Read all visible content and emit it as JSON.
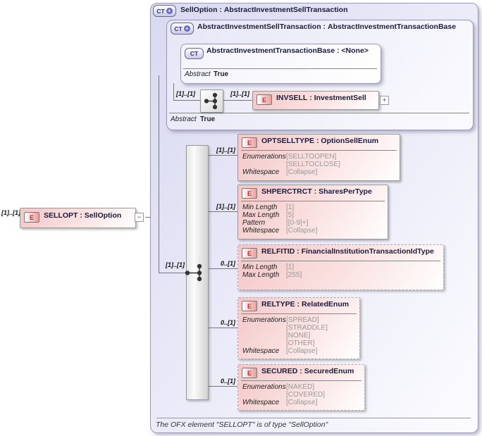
{
  "sep": " : ",
  "colors": {
    "panel_fill": "#e6e6f6",
    "panel_border": "#9a9ab8",
    "element_fill": "#f3c7c7",
    "element_border": "#999999",
    "element_badge_text": "#b03333",
    "ct_badge_text": "#333366",
    "ct_plus_circle": "#6868c8",
    "connector_line": "#777777",
    "attribute_value_text": "#999999",
    "title_text": "#1b1b3a"
  },
  "root": {
    "cardinality": "[1]..[1]",
    "badge": "E",
    "name": "SELLOPT",
    "type": "SellOption",
    "collapse_glyph": "−"
  },
  "outer": {
    "badge": "CT",
    "plus": "+",
    "name": "SellOption",
    "type": "AbstractInvestmentSellTransaction",
    "footnote": "The OFX element \"SELLOPT\" is of type \"SellOption\""
  },
  "base_sell": {
    "badge": "CT",
    "plus": "+",
    "name": "AbstractInvestmentSellTransaction",
    "type": "AbstractInvestmentTransactionBase",
    "abstract_label": "Abstract",
    "abstract_value": "True",
    "sequence": {
      "cardinality_left": "[1]..[1]",
      "cardinality_right": "[1]..[1]",
      "element": {
        "badge": "E",
        "name": "INVSELL",
        "type": "InvestmentSell",
        "expand_glyph": "+"
      }
    }
  },
  "base_txn": {
    "badge": "CT",
    "name": "AbstractInvestmentTransactionBase",
    "type": "<None>",
    "abstract_label": "Abstract",
    "abstract_value": "True"
  },
  "sequence": {
    "cardinality": "[1]..[1]"
  },
  "children": [
    {
      "badge": "E",
      "name": "OPTSELLTYPE",
      "type": "OptionSellEnum",
      "cardinality": "[1]..[1]",
      "optional": false,
      "rows": [
        {
          "label": "Enumerations",
          "values": [
            "[SELLTOOPEN]",
            "[SELLTOCLOSE]"
          ]
        },
        {
          "label": "Whitespace",
          "values": [
            "[Collapse]"
          ]
        }
      ]
    },
    {
      "badge": "E",
      "name": "SHPERCTRCT",
      "type": "SharesPerType",
      "cardinality": "[1]..[1]",
      "optional": false,
      "rows": [
        {
          "label": "Min Length",
          "values": [
            "[1]"
          ]
        },
        {
          "label": "Max Length",
          "values": [
            "[5]"
          ]
        },
        {
          "label": "Pattern",
          "values": [
            "[[0-9]+]"
          ]
        },
        {
          "label": "Whitespace",
          "values": [
            "[Collapse]"
          ]
        }
      ]
    },
    {
      "badge": "E",
      "name": "RELFITID",
      "type": "FinancialInstitutionTransactionIdType",
      "cardinality": "0..[1]",
      "optional": true,
      "rows": [
        {
          "label": "Min Length",
          "values": [
            "[1]"
          ]
        },
        {
          "label": "Max Length",
          "values": [
            "[255]"
          ]
        }
      ]
    },
    {
      "badge": "E",
      "name": "RELTYPE",
      "type": "RelatedEnum",
      "cardinality": "0..[1]",
      "optional": true,
      "rows": [
        {
          "label": "Enumerations",
          "values": [
            "[SPREAD]",
            "[STRADDLE]",
            "[NONE]",
            "[OTHER]"
          ]
        },
        {
          "label": "Whitespace",
          "values": [
            "[Collapse]"
          ]
        }
      ]
    },
    {
      "badge": "E",
      "name": "SECURED",
      "type": "SecuredEnum",
      "cardinality": "0..[1]",
      "optional": true,
      "rows": [
        {
          "label": "Enumerations",
          "values": [
            "[NAKED]",
            "[COVERED]"
          ]
        },
        {
          "label": "Whitespace",
          "values": [
            "[Collapse]"
          ]
        }
      ]
    }
  ]
}
